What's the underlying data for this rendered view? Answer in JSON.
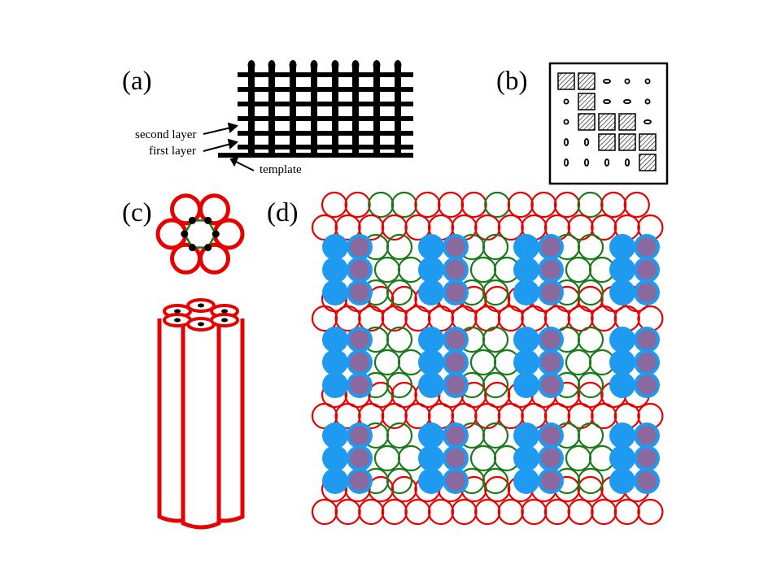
{
  "panels": {
    "a": {
      "label": "(a)",
      "annotations": [
        "second layer",
        "first layer",
        "template"
      ]
    },
    "b": {
      "label": "(b)"
    },
    "c": {
      "label": "(c)"
    },
    "d": {
      "label": "(d)"
    }
  },
  "colors": {
    "ink": "#000000",
    "red": "#e60000",
    "green": "#1a7a1a",
    "blue": "#1e9bf0",
    "purple": "#8a6a9e"
  }
}
